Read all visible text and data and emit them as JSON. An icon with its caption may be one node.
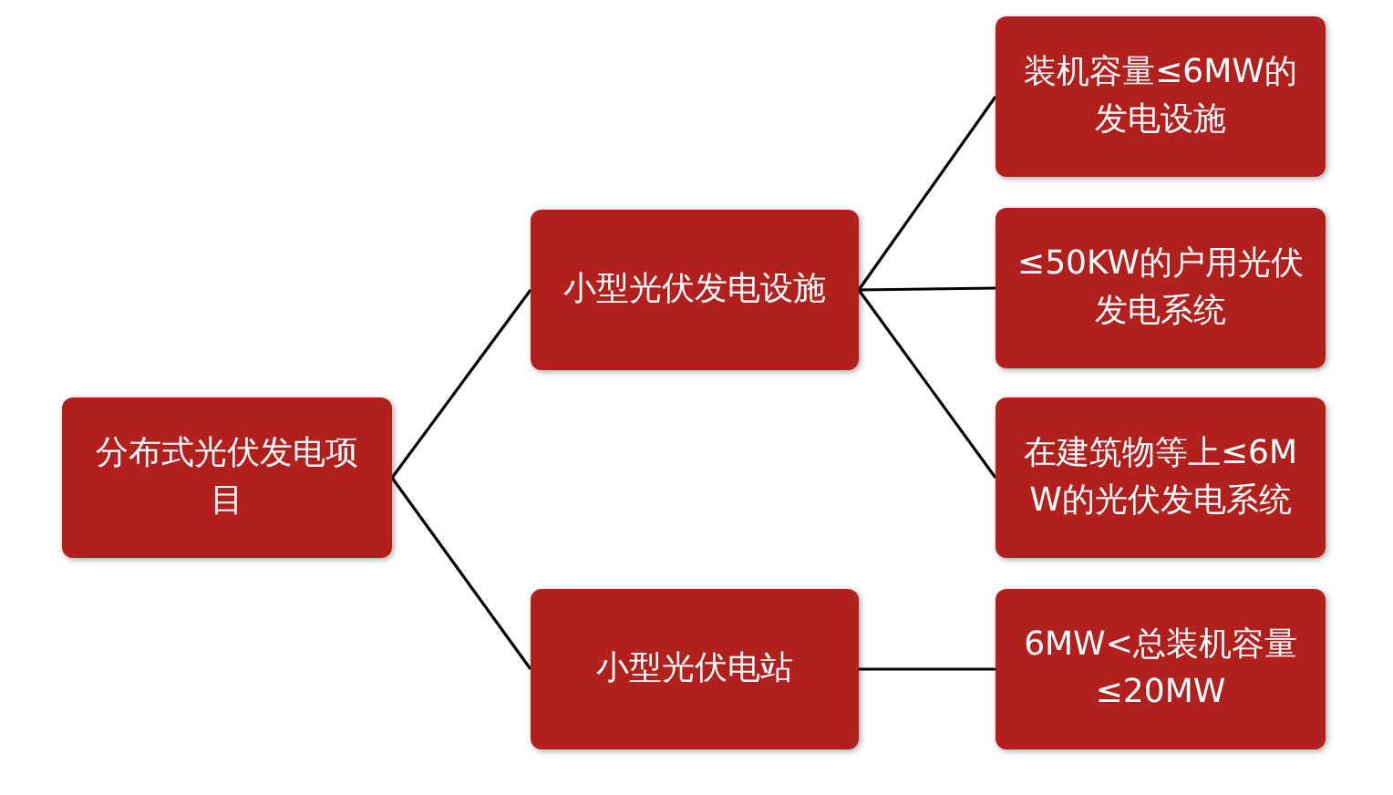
{
  "diagram": {
    "nodes": [
      {
        "text": [
          "分布式光伏发电项目"
        ]
      },
      {
        "text": [
          "小型光伏发电设施"
        ]
      },
      {
        "text": [
          "小型光伏电站"
        ]
      },
      {
        "text": [
          "装机容量≤6MW的发电设施"
        ]
      },
      {
        "text": [
          "≤50KW的户用光伏发电系统"
        ]
      },
      {
        "text": [
          "在建筑物等上≤6MW的光伏发电系统"
        ]
      },
      {
        "text": [
          "6MW<总装机容量≤20MW"
        ]
      }
    ],
    "edges": [
      {
        "from": 0,
        "to": 1,
        "arrow": "none"
      },
      {
        "from": 0,
        "to": 2,
        "arrow": "none"
      },
      {
        "from": 1,
        "to": 3,
        "arrow": "none"
      },
      {
        "from": 1,
        "to": 4,
        "arrow": "none"
      },
      {
        "from": 1,
        "to": 5,
        "arrow": "none"
      },
      {
        "from": 2,
        "to": 6,
        "arrow": "none"
      }
    ]
  }
}
